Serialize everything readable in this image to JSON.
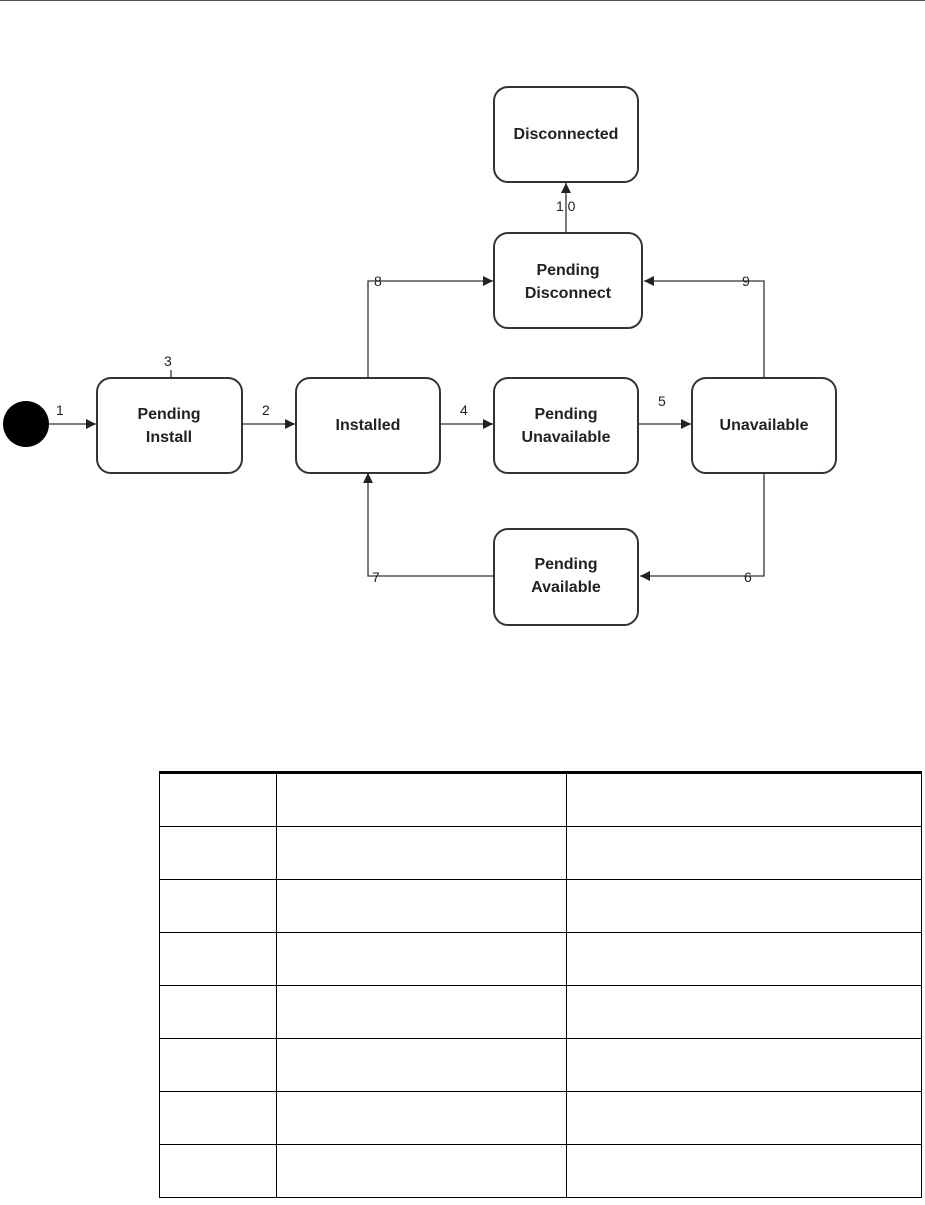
{
  "diagram": {
    "states": [
      {
        "id": "pending-install",
        "lines": [
          "Pending",
          "Install"
        ]
      },
      {
        "id": "installed",
        "lines": [
          "Installed"
        ]
      },
      {
        "id": "pending-unavailable",
        "lines": [
          "Pending",
          "Unavailable"
        ]
      },
      {
        "id": "unavailable",
        "lines": [
          "Unavailable"
        ]
      },
      {
        "id": "pending-disconnect",
        "lines": [
          "Pending",
          "Disconnect"
        ]
      },
      {
        "id": "disconnected",
        "lines": [
          "Disconnected"
        ]
      },
      {
        "id": "pending-available",
        "lines": [
          "Pending",
          "Available"
        ]
      }
    ],
    "transitions": [
      {
        "label": "1",
        "from": "start",
        "to": "pending-install"
      },
      {
        "label": "2",
        "from": "pending-install",
        "to": "installed"
      },
      {
        "label": "3",
        "from": "pending-install",
        "to": "pending-install"
      },
      {
        "label": "4",
        "from": "installed",
        "to": "pending-unavailable"
      },
      {
        "label": "5",
        "from": "pending-unavailable",
        "to": "unavailable"
      },
      {
        "label": "6",
        "from": "unavailable",
        "to": "pending-available"
      },
      {
        "label": "7",
        "from": "pending-available",
        "to": "installed"
      },
      {
        "label": "8",
        "from": "installed",
        "to": "pending-disconnect"
      },
      {
        "label": "9",
        "from": "unavailable",
        "to": "pending-disconnect"
      },
      {
        "label": "1 0",
        "from": "pending-disconnect",
        "to": "disconnected"
      }
    ]
  },
  "table": {
    "columns": [
      "",
      "",
      ""
    ],
    "rows": [
      [
        "",
        "",
        ""
      ],
      [
        "",
        "",
        ""
      ],
      [
        "",
        "",
        ""
      ],
      [
        "",
        "",
        ""
      ],
      [
        "",
        "",
        ""
      ],
      [
        "",
        "",
        ""
      ],
      [
        "",
        "",
        ""
      ]
    ]
  }
}
